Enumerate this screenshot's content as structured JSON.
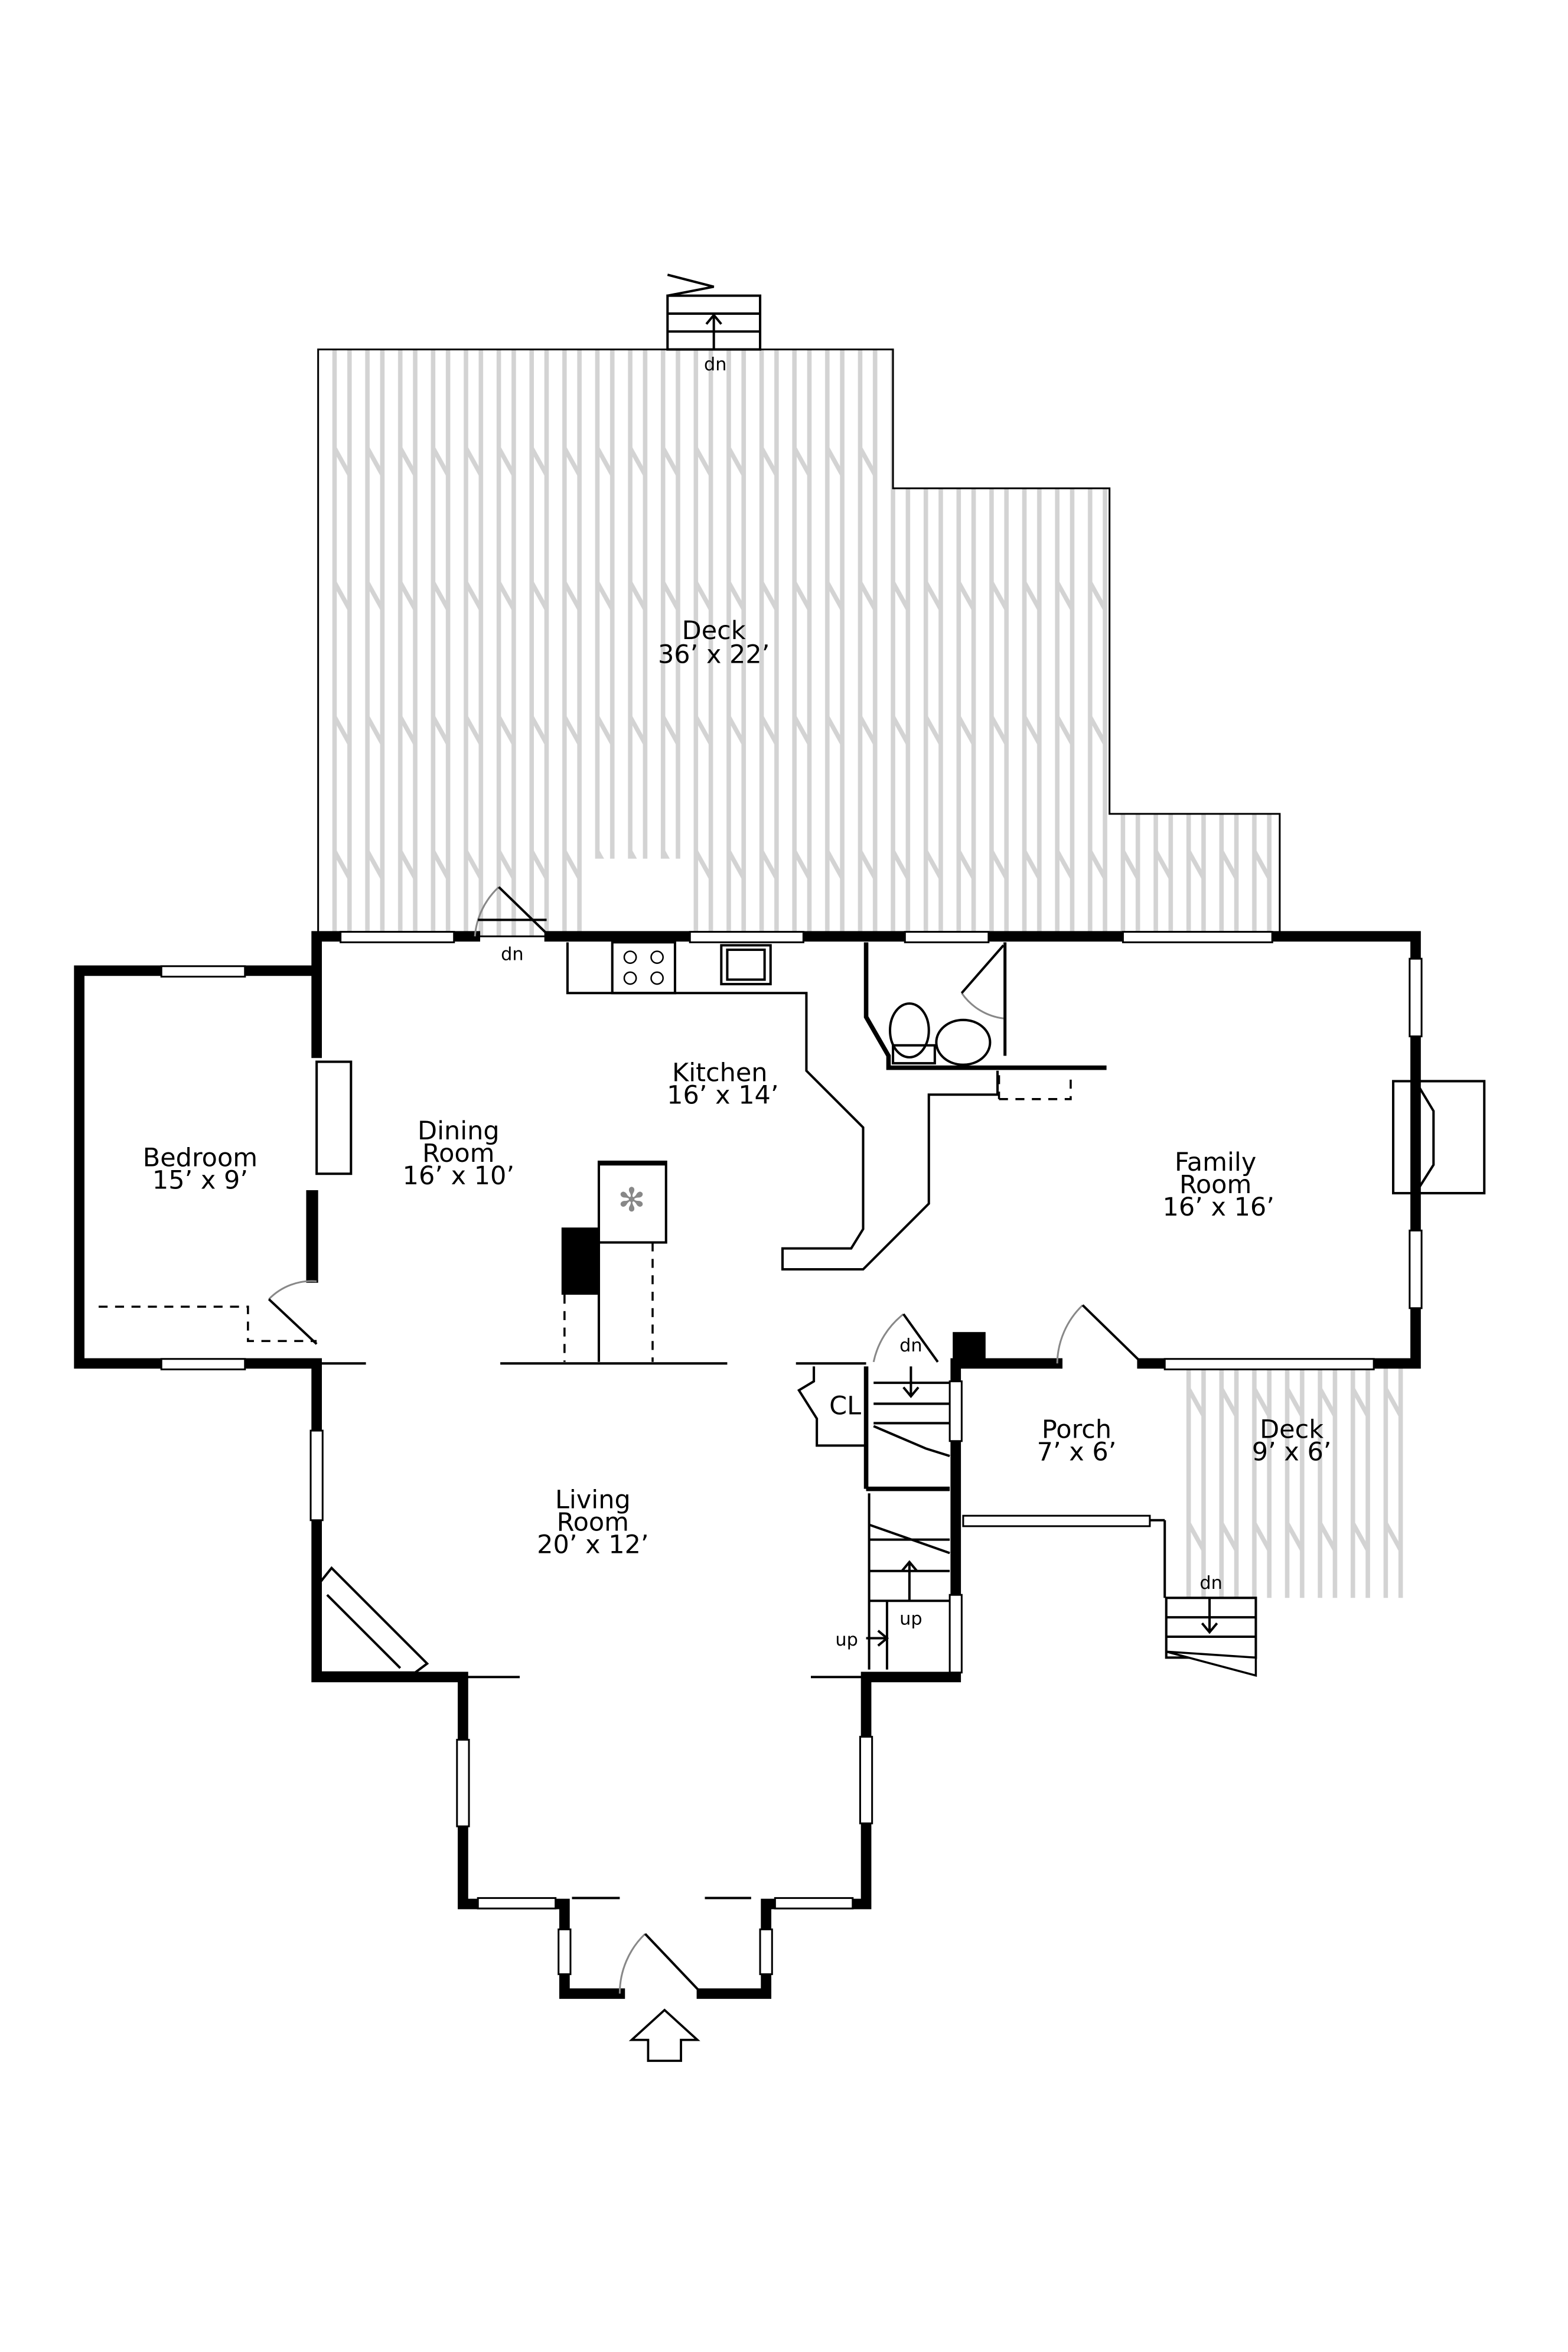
{
  "rooms": {
    "deck_main": {
      "name": "Deck",
      "dims": "36’ x 22’"
    },
    "bedroom": {
      "name": "Bedroom",
      "dims": "15’ x 9’"
    },
    "dining": {
      "name_line1": "Dining",
      "name_line2": "Room",
      "dims": "16’ x 10’"
    },
    "kitchen": {
      "name": "Kitchen",
      "dims": "16’ x 14’"
    },
    "family": {
      "name_line1": "Family",
      "name_line2": "Room",
      "dims": "16’ x 16’"
    },
    "living": {
      "name_line1": "Living",
      "name_line2": "Room",
      "dims": "20’ x 12’"
    },
    "porch": {
      "name": "Porch",
      "dims": "7’ x 6’"
    },
    "deck_small": {
      "name": "Deck",
      "dims": "9’ x 6’"
    },
    "closet": {
      "name": "CL"
    }
  },
  "stair_labels": {
    "down": "dn",
    "up": "up"
  },
  "colors": {
    "wall": "#000000",
    "deck_stripe": "#d3d3d3",
    "door_swing": "#888888"
  }
}
